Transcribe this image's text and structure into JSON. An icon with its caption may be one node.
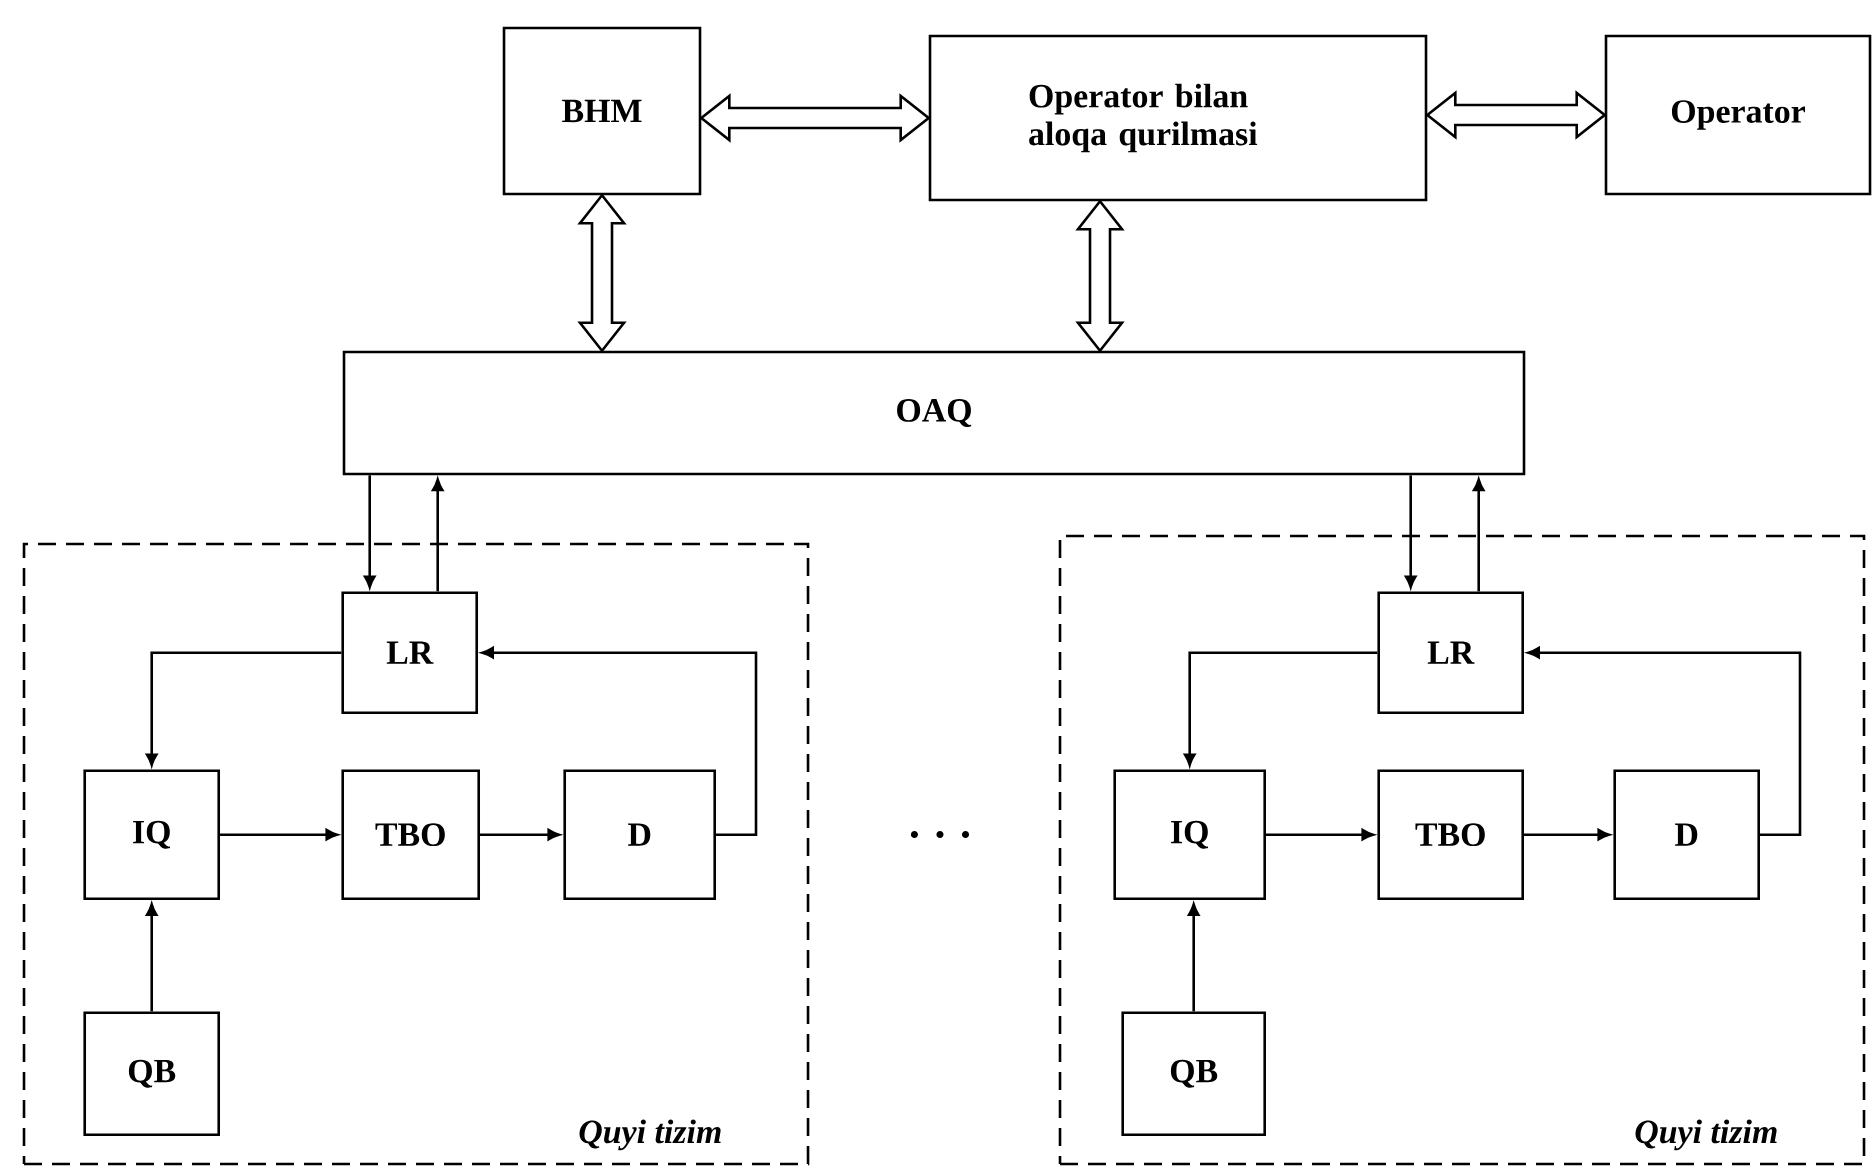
{
  "diagram": {
    "nodes": [
      {
        "text": [
          "BHM"
        ]
      },
      {
        "text": [
          "Operator bilan aloqa qurilmasi"
        ]
      },
      {
        "text": [
          "Operator"
        ]
      },
      {
        "text": [
          "OAQ"
        ]
      },
      {
        "text": [
          "Quyi tizim"
        ]
      },
      {
        "text": [
          "LR"
        ],
        "in": 4
      },
      {
        "text": [
          "IQ"
        ],
        "in": 4
      },
      {
        "text": [
          "TBO"
        ],
        "in": 4
      },
      {
        "text": [
          "D"
        ],
        "in": 4
      },
      {
        "text": [
          "QB"
        ],
        "in": 4
      },
      {
        "text": [
          "Quyi tizim"
        ]
      },
      {
        "text": [
          "LR"
        ],
        "in": 10
      },
      {
        "text": [
          "IQ"
        ],
        "in": 10
      },
      {
        "text": [
          "TBO"
        ],
        "in": 10
      },
      {
        "text": [
          "D"
        ],
        "in": 10
      },
      {
        "text": [
          "QB"
        ],
        "in": 10
      }
    ],
    "edges": [
      {
        "from": 0,
        "to": 1,
        "arrow": "both",
        "style": "thick"
      },
      {
        "from": 1,
        "to": 2,
        "arrow": "both",
        "style": "thick"
      },
      {
        "from": 0,
        "to": 3,
        "arrow": "both",
        "style": "thick"
      },
      {
        "from": 1,
        "to": 3,
        "arrow": "both",
        "style": "thick"
      },
      {
        "from": 3,
        "to": 5,
        "arrow": "to"
      },
      {
        "from": 5,
        "to": 3,
        "arrow": "to"
      },
      {
        "from": 5,
        "to": 6,
        "arrow": "to"
      },
      {
        "from": 6,
        "to": 7,
        "arrow": "to"
      },
      {
        "from": 7,
        "to": 8,
        "arrow": "to"
      },
      {
        "from": 8,
        "to": 5,
        "arrow": "to"
      },
      {
        "from": 9,
        "to": 6,
        "arrow": "to"
      },
      {
        "from": 3,
        "to": 11,
        "arrow": "to"
      },
      {
        "from": 11,
        "to": 3,
        "arrow": "to"
      },
      {
        "from": 11,
        "to": 12,
        "arrow": "to"
      },
      {
        "from": 12,
        "to": 13,
        "arrow": "to"
      },
      {
        "from": 13,
        "to": 14,
        "arrow": "to"
      },
      {
        "from": 14,
        "to": 11,
        "arrow": "to"
      },
      {
        "from": 15,
        "to": 12,
        "arrow": "to"
      }
    ],
    "labels": [
      "· · ·"
    ]
  }
}
